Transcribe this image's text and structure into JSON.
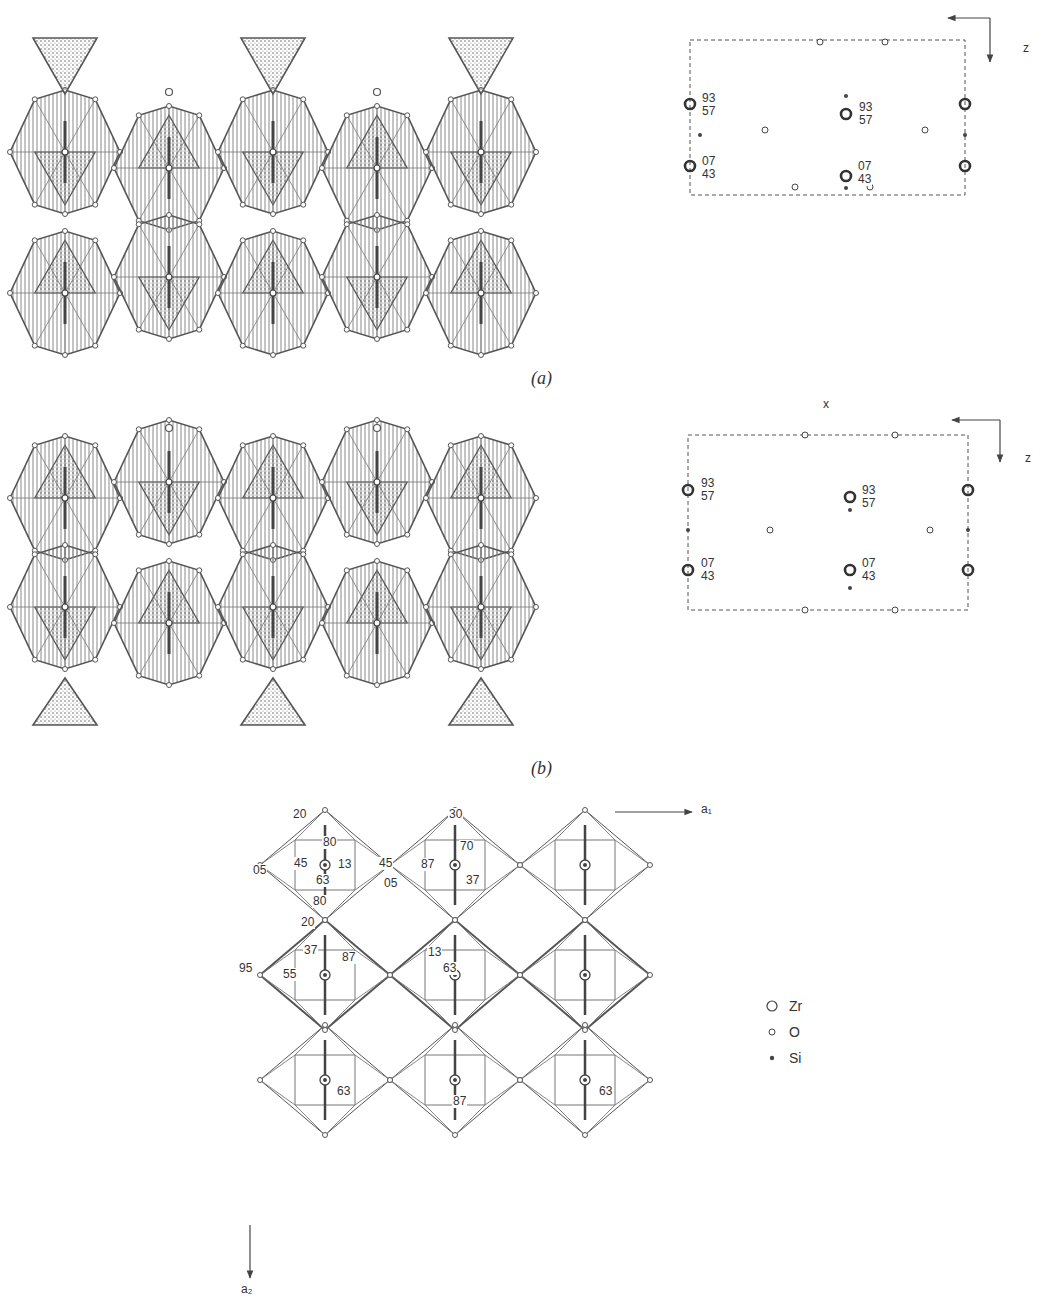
{
  "diagram": {
    "labels": [
      "93",
      "57",
      "93",
      "57",
      "07",
      "43",
      "07",
      "43",
      "z",
      "(a)",
      "x",
      "z",
      "93",
      "57",
      "93",
      "57",
      "07",
      "43",
      "07",
      "43",
      "(b)",
      "20",
      "30",
      "80",
      "70",
      "05",
      "45",
      "13",
      "45",
      "87",
      "63",
      "05",
      "37",
      "80",
      "20",
      "95",
      "37",
      "87",
      "13",
      "55",
      "63",
      "63",
      "87",
      "63",
      "a₁",
      "a₂"
    ],
    "legend": [
      {
        "text": "Zr"
      },
      {
        "text": "O"
      },
      {
        "text": "Si"
      }
    ]
  }
}
